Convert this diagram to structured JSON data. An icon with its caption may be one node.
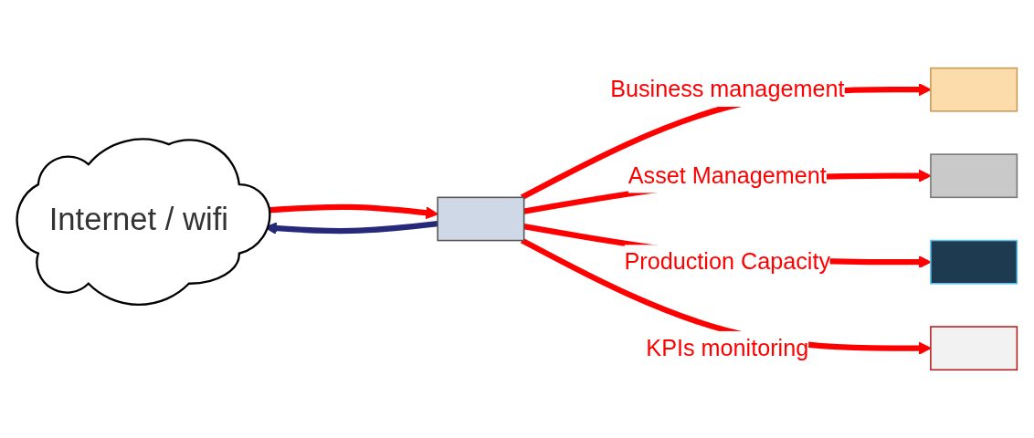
{
  "diagram": {
    "nodes": [
      {
        "text": [
          "Internet / wifi"
        ]
      },
      {
        "text": [],
        "shape": "box"
      },
      {
        "text": [],
        "shape": "box"
      },
      {
        "text": [],
        "shape": "box"
      },
      {
        "text": [],
        "shape": "box"
      },
      {
        "text": [],
        "shape": "box"
      }
    ],
    "edges": [
      {
        "from": 1,
        "to": 0,
        "arrow": "to",
        "color": "#26297a"
      },
      {
        "from": 0,
        "to": 1,
        "arrow": "to"
      },
      {
        "from": 1,
        "to": 2,
        "arrow": "to",
        "label": "Business management"
      },
      {
        "from": 1,
        "to": 3,
        "arrow": "to",
        "label": "Asset Management"
      },
      {
        "from": 1,
        "to": 4,
        "arrow": "to",
        "label": "Production Capacity"
      },
      {
        "from": 1,
        "to": 5,
        "arrow": "to",
        "label": "KPIs monitoring"
      }
    ]
  }
}
